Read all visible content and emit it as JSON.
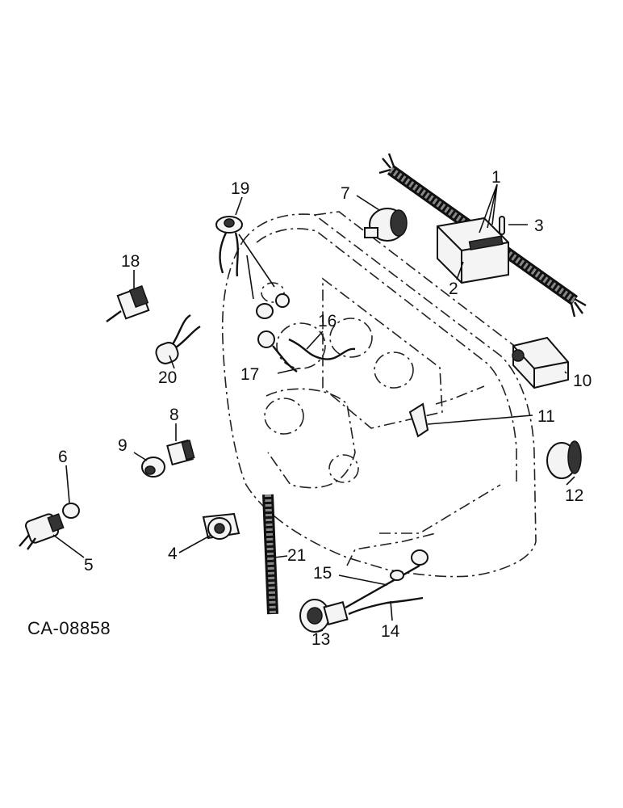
{
  "diagram": {
    "drawing_code": "CA-08858",
    "callouts": [
      "1",
      "2",
      "3",
      "4",
      "5",
      "6",
      "7",
      "8",
      "9",
      "10",
      "11",
      "12",
      "13",
      "14",
      "15",
      "16",
      "17",
      "18",
      "19",
      "20",
      "21"
    ]
  }
}
